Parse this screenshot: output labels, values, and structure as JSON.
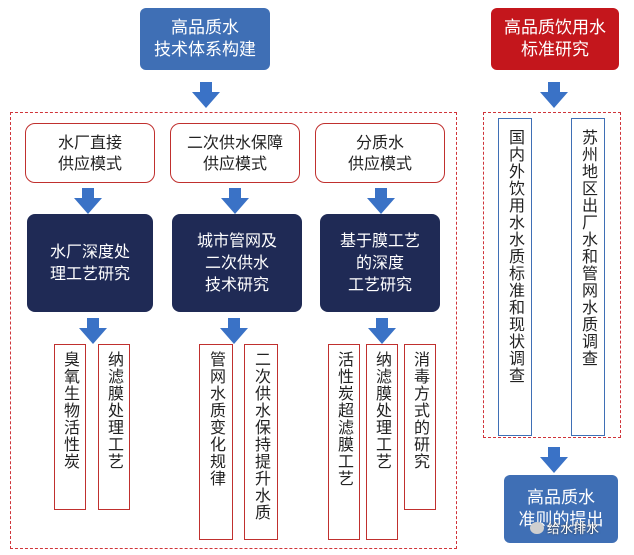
{
  "left_title": "高品质水\n技术体系构建",
  "right_title": "高品质饮用水\n标准研究",
  "modes": [
    "水厂直接\n供应模式",
    "二次供水保障\n供应模式",
    "分质水\n供应模式"
  ],
  "research": [
    "水厂深度处\n理工艺研究",
    "城市管网及\n二次供水\n技术研究",
    "基于膜工艺\n的深度\n工艺研究"
  ],
  "details": [
    "臭氧生物活性炭",
    "纳滤膜处理工艺",
    "管网水质变化规律",
    "二次供水保持提升水质",
    "活性炭超滤膜工艺",
    "纳滤膜处理工艺",
    "消毒方式的研究"
  ],
  "standards": [
    "国内外饮用水水质标准和现状调查",
    "苏州地区出厂水和管网水质调查"
  ],
  "result": "高品质水\n准则的提出",
  "watermark": "给水排水",
  "colors": {
    "blue": "#3f6fb5",
    "arrow_blue": "#3a72c6",
    "red": "#c4161c",
    "navy": "#1f2a55",
    "dashed_red": "#d0343a"
  }
}
